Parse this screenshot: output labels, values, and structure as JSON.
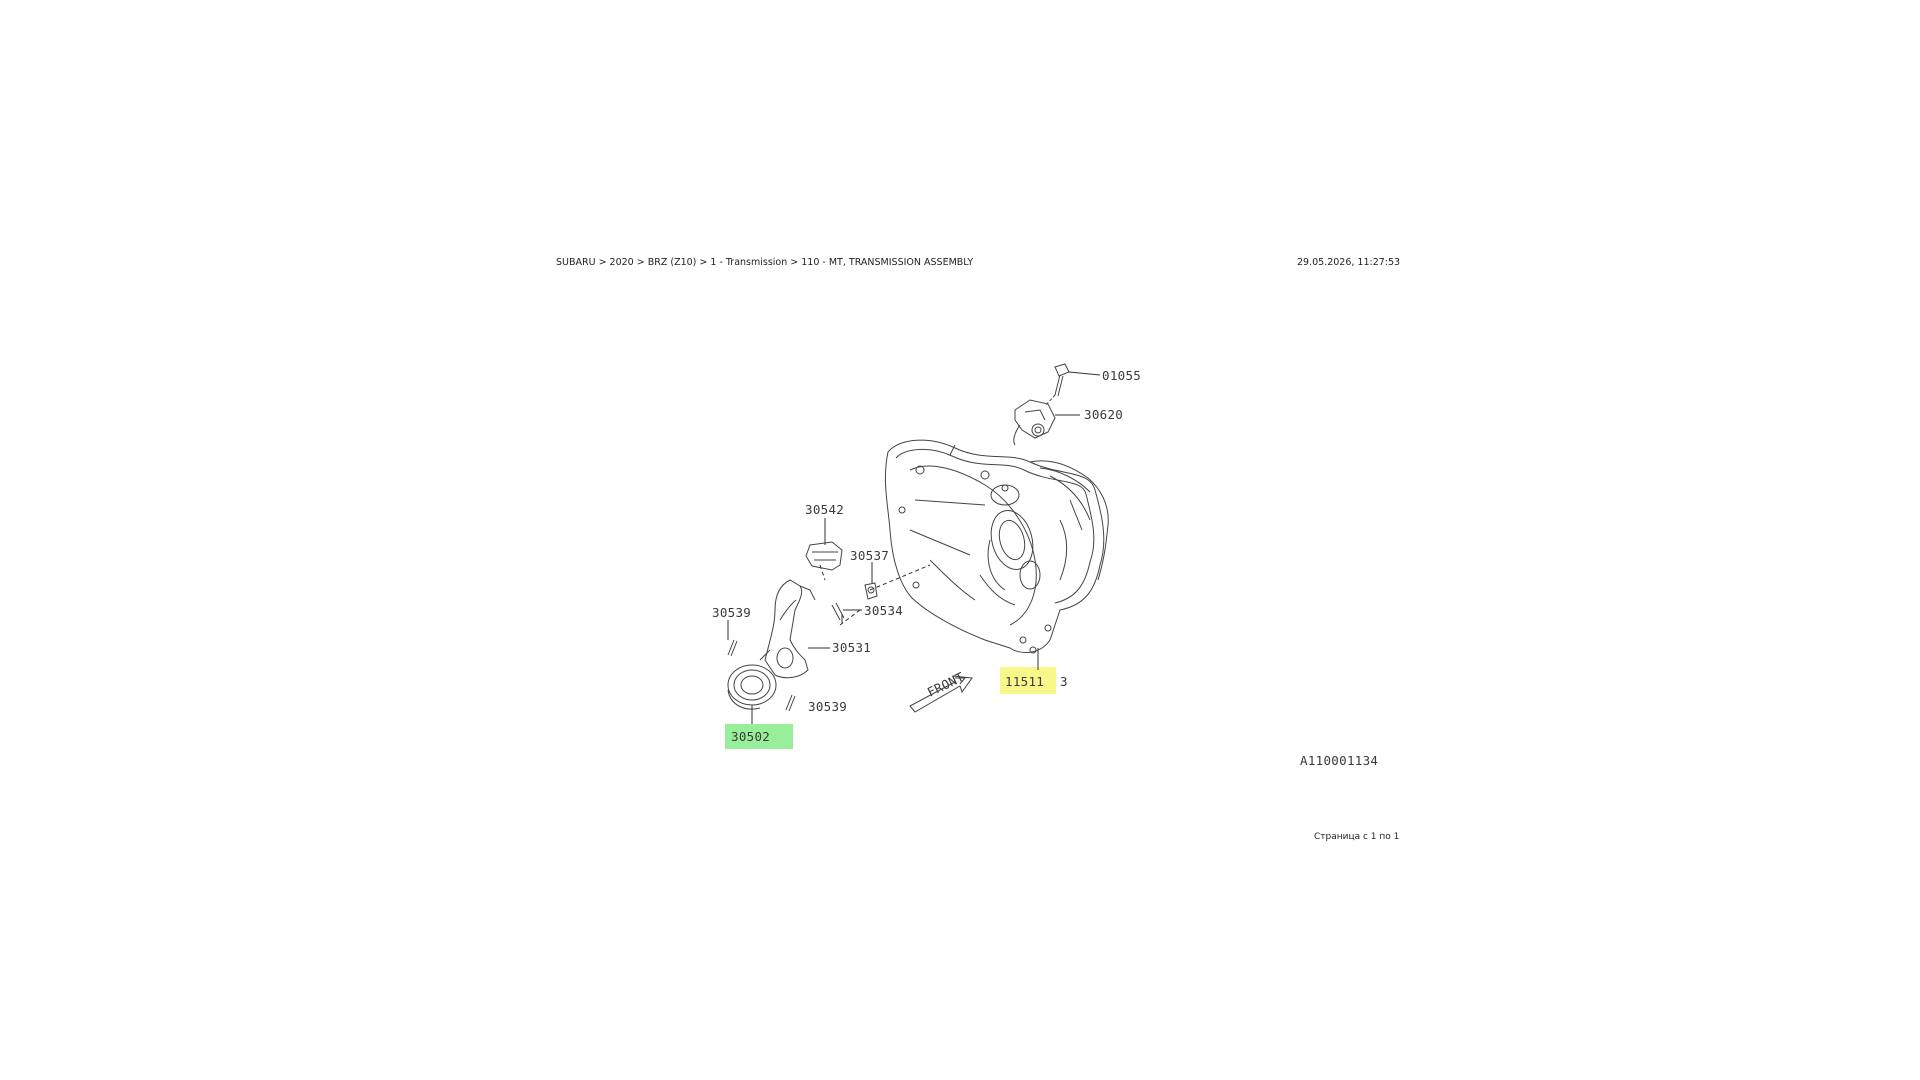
{
  "header": {
    "breadcrumb": "SUBARU > 2020 > BRZ (Z10) > 1 - Transmission > 110 - MT, TRANSMISSION ASSEMBLY",
    "timestamp": "29.05.2026, 11:27:53"
  },
  "diagram": {
    "part_labels": {
      "p01055": "01055",
      "p30620": "30620",
      "p30542": "30542",
      "p30537": "30537",
      "p30539_top": "30539",
      "p30534": "30534",
      "p30531": "30531",
      "p30539_bottom": "30539",
      "p30502": "30502",
      "p11511": "11511",
      "p11511_suffix": "3"
    },
    "front_label": "FRONT",
    "diagram_code": "A110001134",
    "highlight_colors": {
      "yellow": "#f7f78a",
      "green": "#99ee99"
    }
  },
  "footer": {
    "pager": "Страница с 1 по 1"
  }
}
